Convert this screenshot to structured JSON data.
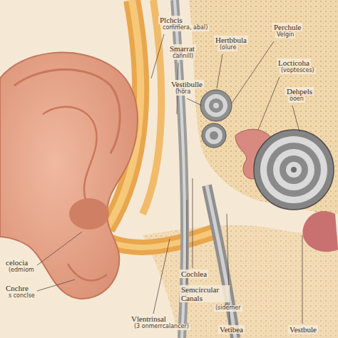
{
  "diagram": {
    "labels": [
      "Plchcis",
      "commera, abal)",
      "Smarrat",
      "cannill)",
      "Hertbbula",
      "(olure",
      "Perchule",
      "Velgin",
      "Vestibulle",
      "(hora",
      "Locticoha",
      "(voptesces)",
      "Dehpels",
      "ooen",
      "celocia",
      "(edmiom",
      "Cnchre",
      "s conclse",
      "Cochlea",
      "Semcircular Canals",
      "(sidemer",
      "Vlentrinsal",
      "(3 onmerrcalancer)",
      "Vetibea",
      "Vestbule"
    ]
  }
}
